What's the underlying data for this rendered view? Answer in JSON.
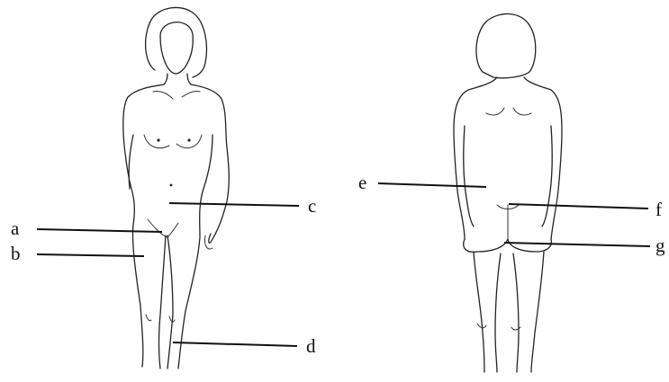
{
  "labels": {
    "a": "a",
    "b": "b",
    "c": "c",
    "d": "d",
    "e": "e",
    "f": "f",
    "g": "g"
  },
  "colors": {
    "ink": "#111111",
    "background": "#ffffff"
  }
}
